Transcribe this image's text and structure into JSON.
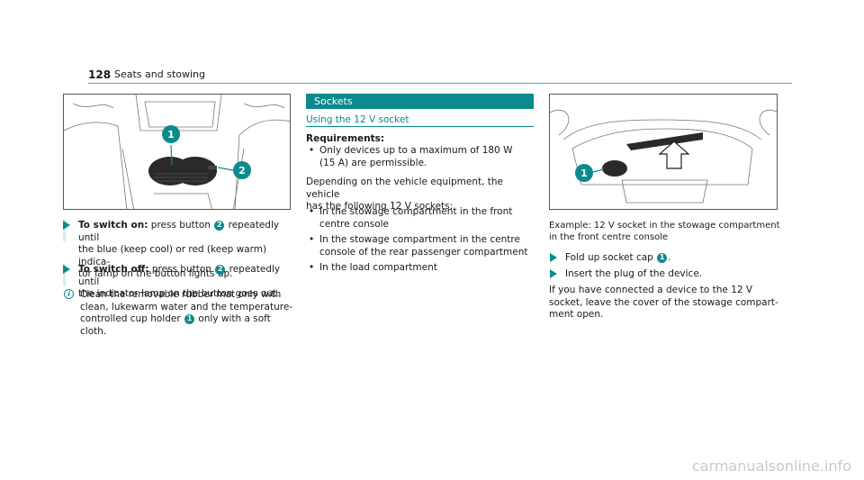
{
  "header": {
    "page_number": "128",
    "section": "Seats and stowing"
  },
  "left": {
    "callout_1": "1",
    "callout_2": "2",
    "step1": {
      "lead": "To switch on:",
      "text_a": " press button ",
      "callout": "2",
      "text_b": " repeatedly until",
      "line2": "the blue (keep cool) or red (keep warm) indica-",
      "line3": "tor lamp on the button lights up."
    },
    "step2": {
      "lead": "To switch off:",
      "text_a": " press button ",
      "callout": "2",
      "text_b": " repeatedly until",
      "line2": "the indicator lamp on the button goes out."
    },
    "note": {
      "line1": "Clean the removable rubber mat only with",
      "line2": "clean, lukewarm water and the temperature-",
      "line3_a": "controlled cup holder ",
      "callout": "1",
      "line3_b": " only with a soft",
      "line4": "cloth."
    }
  },
  "middle": {
    "section_title": "Sockets",
    "sub_title": "Using the 12 V socket",
    "requirements_label": "Requirements:",
    "req_bullet_1a": "Only devices up to a maximum of 180 W",
    "req_bullet_1b": "(15 A) are permissible.",
    "para_1": "Depending on the vehicle equipment, the vehicle",
    "para_2": "has the following 12 V sockets:",
    "bullet_1a": "In the stowage compartment in the front",
    "bullet_1b": "centre console",
    "bullet_2a": "In the stowage compartment in the centre",
    "bullet_2b": "console of the rear passenger compartment",
    "bullet_3": "In the load compartment"
  },
  "right": {
    "callout_1": "1",
    "caption_1": "Example: 12 V socket in the stowage compartment",
    "caption_2": "in the front centre console",
    "step1_a": "Fold up socket cap ",
    "step1_callout": "1",
    "step1_b": ".",
    "step2": "Insert the plug of the device.",
    "para_1": "If you have connected a device to the 12 V",
    "para_2": "socket, leave the cover of the stowage compart-",
    "para_3": "ment open."
  },
  "footer": {
    "watermark": "carmanualsonline.info"
  },
  "colors": {
    "accent": "#0c8a8d",
    "rule": "#5aaab1",
    "note_bar": "#d6ecee"
  }
}
